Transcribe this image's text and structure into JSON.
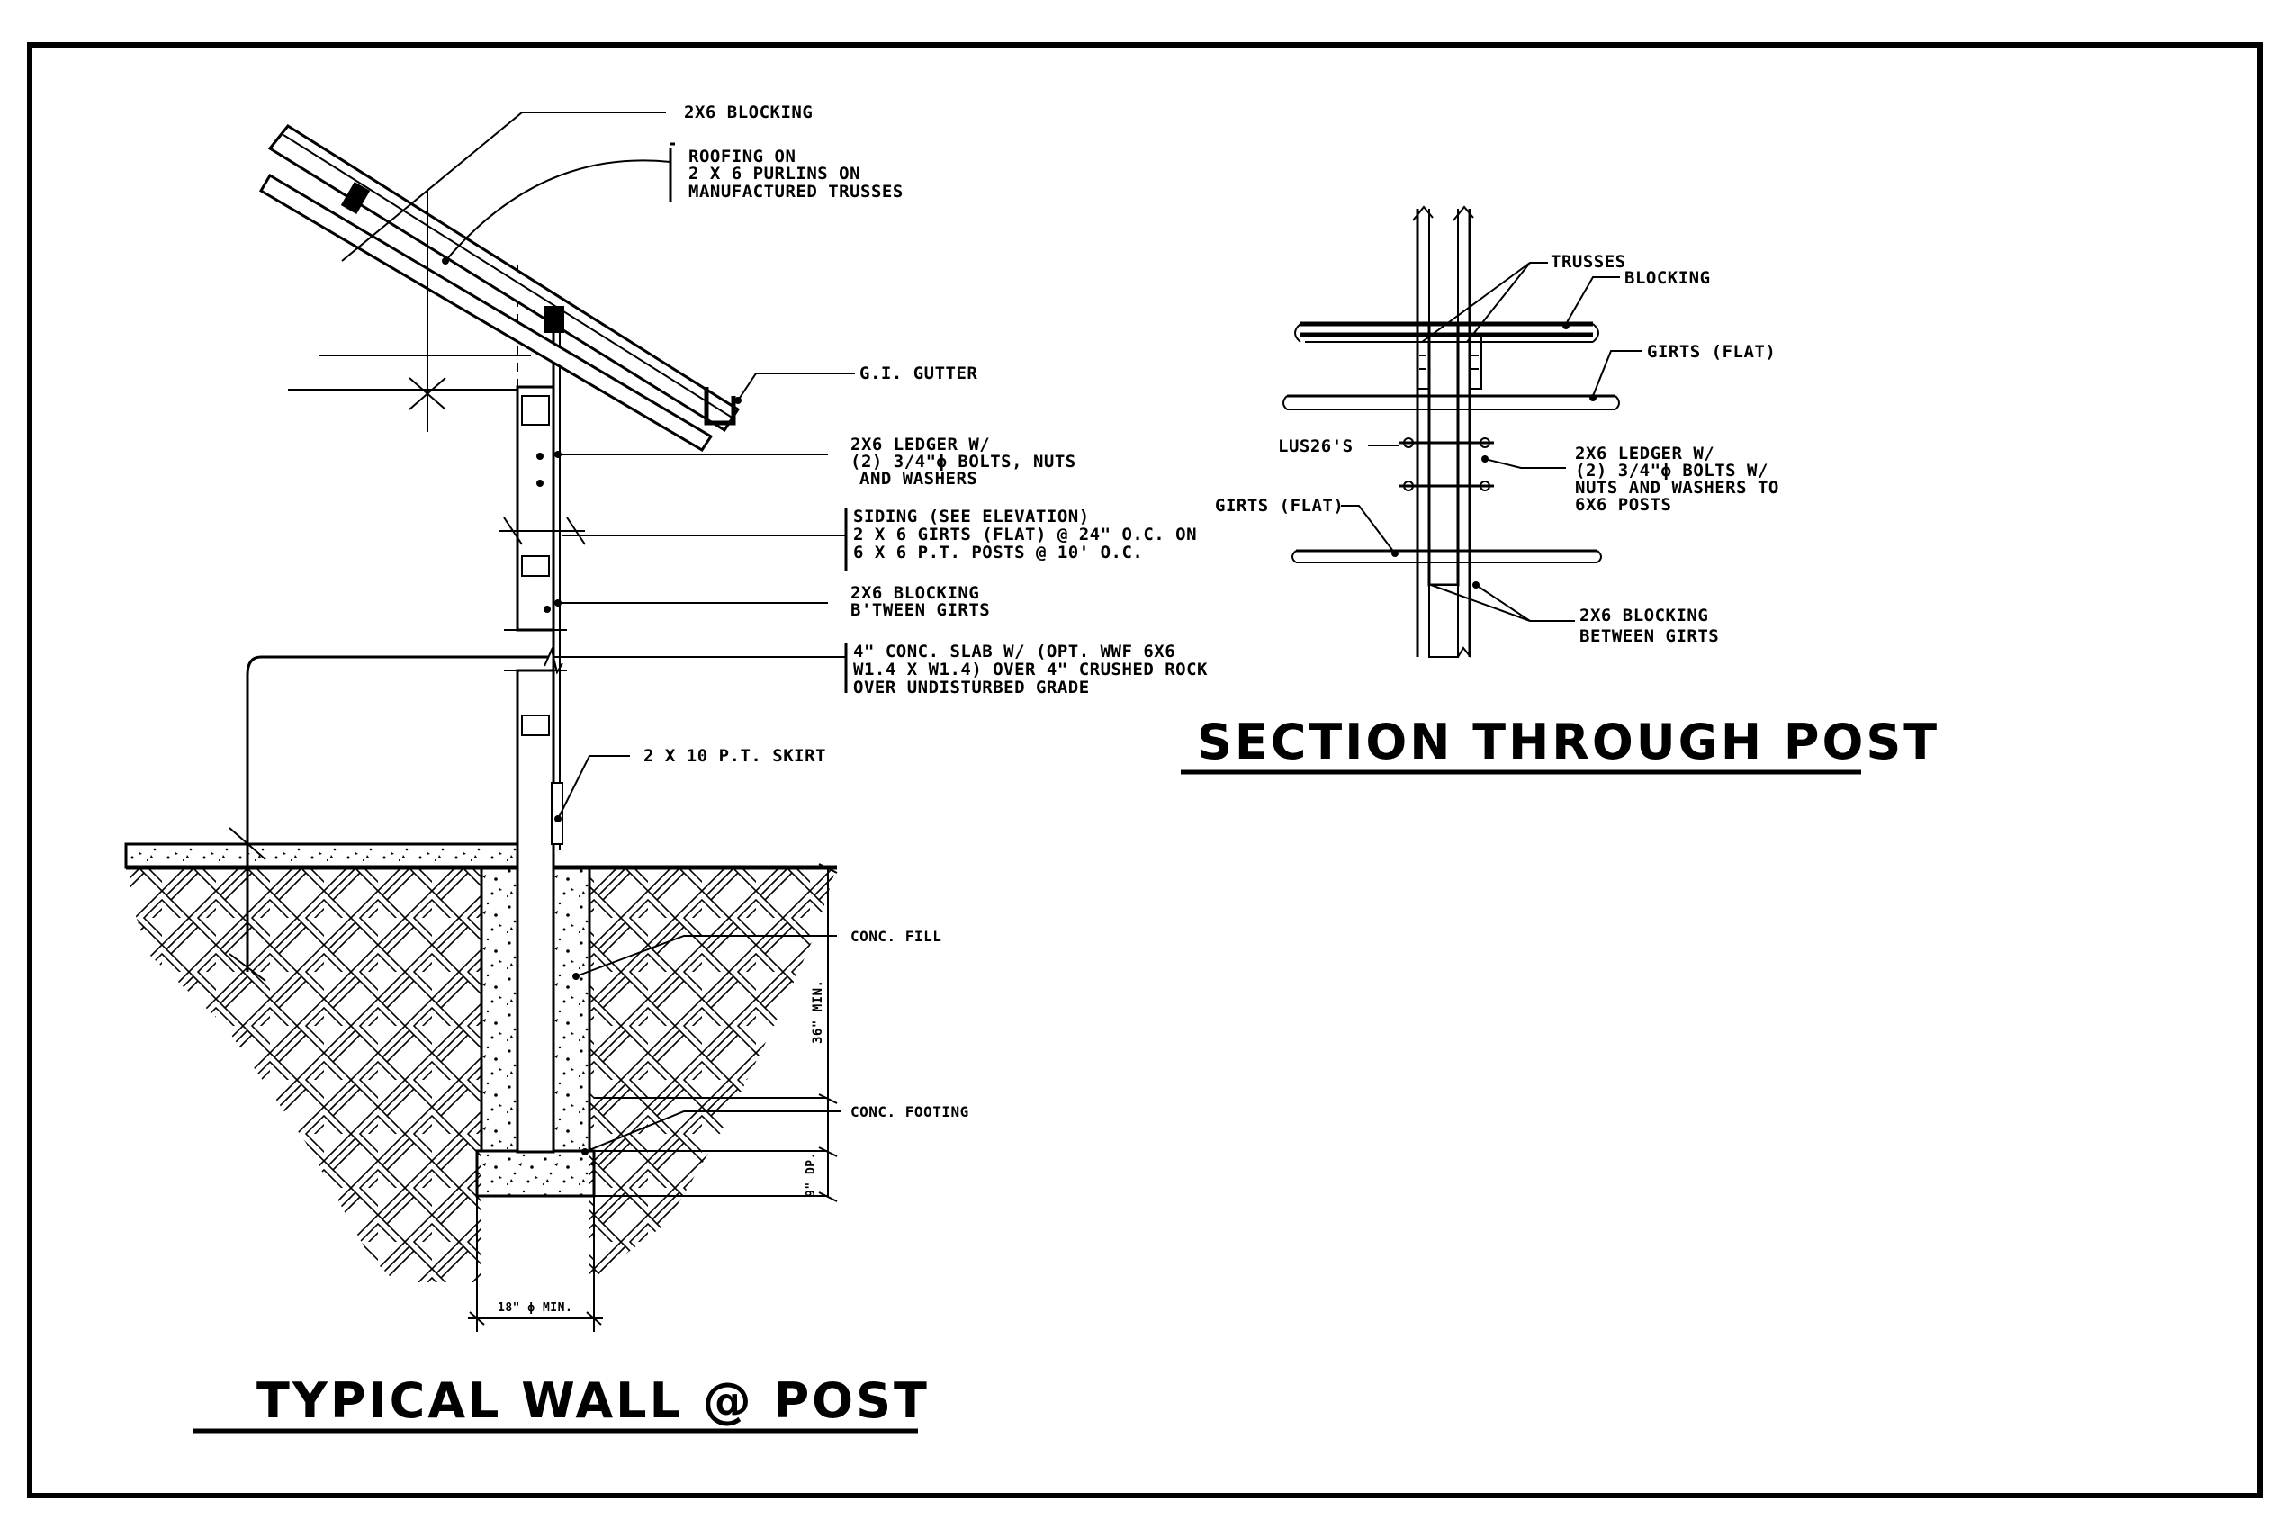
{
  "typical_wall": {
    "title": "TYPICAL WALL @ POST",
    "labels": {
      "blocking_top": "2X6 BLOCKING",
      "roofing_1": "ROOFING ON",
      "roofing_2": "2 X 6 PURLINS ON",
      "roofing_3": "MANUFACTURED TRUSSES",
      "gutter": "G.I. GUTTER",
      "ledger_1": "2X6 LEDGER W/",
      "ledger_2": "(2) 3/4\"ϕ BOLTS, NUTS",
      "ledger_3": "AND WASHERS",
      "siding_1": "SIDING (SEE ELEVATION)",
      "siding_2": "2 X 6 GIRTS (FLAT) @ 24\" O.C. ON",
      "siding_3": "6 X 6 P.T. POSTS @ 10'  O.C.",
      "btw_1": "2X6 BLOCKING",
      "btw_2": "B'TWEEN GIRTS",
      "slab_1": "4\" CONC. SLAB W/ (OPT. WWF 6X6",
      "slab_2": "W1.4 X W1.4) OVER 4\" CRUSHED ROCK",
      "slab_3": "OVER UNDISTURBED GRADE",
      "skirt": "2 X 10 P.T. SKIRT",
      "fill": "CONC. FILL",
      "footing": "CONC. FOOTING",
      "depth": "36\" MIN.",
      "footing_depth": "9\" DP.",
      "footing_width": "18\" ϕ MIN."
    }
  },
  "section_post": {
    "title": "SECTION THROUGH POST",
    "labels": {
      "trusses": "TRUSSES",
      "blocking": "BLOCKING",
      "girts_flat_right": "GIRTS (FLAT)",
      "lus": "LUS26'S",
      "ledger_1": "2X6 LEDGER W/",
      "ledger_2": "(2) 3/4\"ϕ BOLTS W/",
      "ledger_3": "NUTS AND WASHERS TO",
      "ledger_4": "6X6 POSTS",
      "girts_flat_left": "GIRTS (FLAT)",
      "blocking_btw_1": "2X6 BLOCKING",
      "blocking_btw_2": "BETWEEN GIRTS"
    }
  }
}
